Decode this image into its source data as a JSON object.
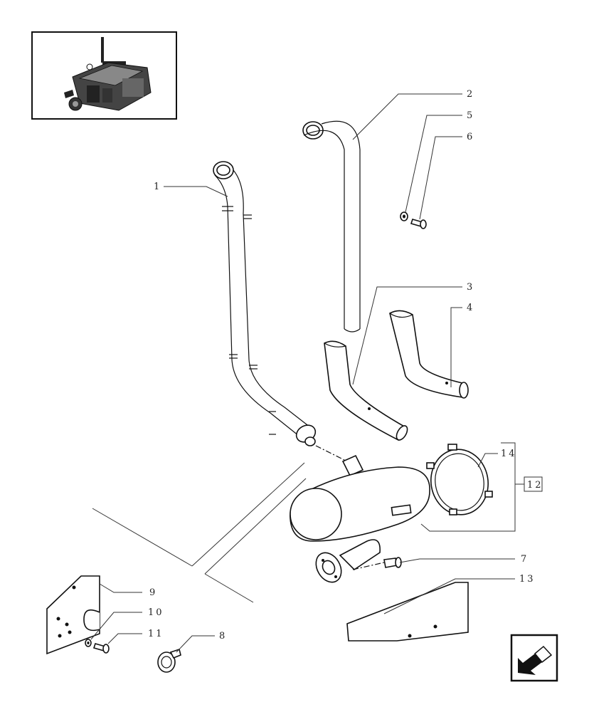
{
  "callouts": {
    "c1": "1",
    "c2": "2",
    "c3": "3",
    "c4": "4",
    "c5": "5",
    "c6": "6",
    "c7": "7",
    "c8": "8",
    "c9": "9",
    "c10": "10",
    "c11": "11",
    "c12": "12",
    "c13": "13",
    "c14": "14"
  },
  "icons": {
    "thumbnail": "engine-thumbnail-icon",
    "navigation": "previous-page-arrow-icon"
  }
}
